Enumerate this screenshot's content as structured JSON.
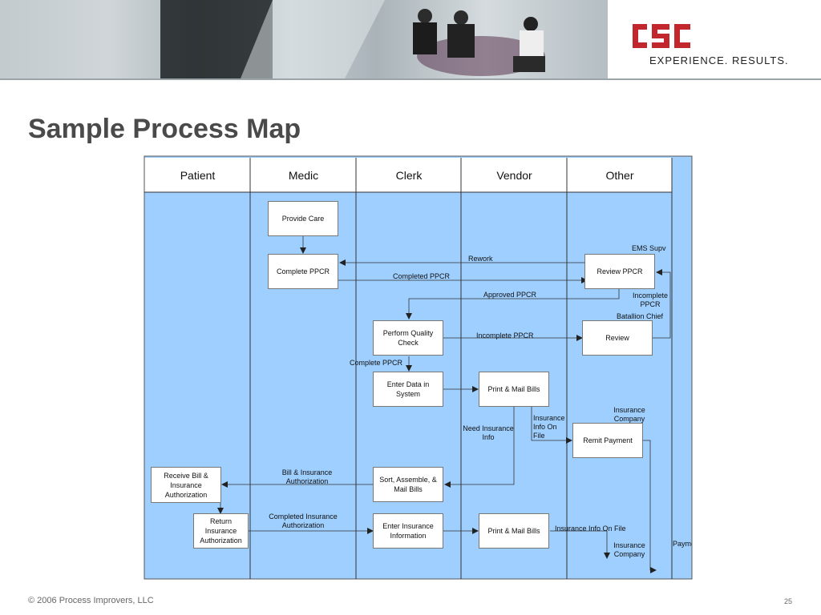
{
  "page": {
    "title": "Sample Process Map",
    "footer": "© 2006 Process Improvers, LLC",
    "page_number": "25"
  },
  "brand": {
    "logo_text": "CSC",
    "tagline": "EXPERIENCE. RESULTS.",
    "logo_color": "#c1272d"
  },
  "colors": {
    "diagram_bg": "#9ecfff",
    "header_bg": "#ffffff",
    "line": "#333333"
  },
  "lanes": [
    "Patient",
    "Medic",
    "Clerk",
    "Vendor",
    "Other"
  ],
  "nodes": {
    "provide_care": "Provide Care",
    "complete_ppcr": "Complete PPCR",
    "review_ppcr": "Review PPCR",
    "perform_quality_check": "Perform Quality Check",
    "review": "Review",
    "enter_data": "Enter Data in System",
    "print_mail_1": "Print & Mail Bills",
    "remit_payment": "Remit Payment",
    "receive_bill": "Receive Bill & Insurance Authorization",
    "sort_assemble": "Sort, Assemble, & Mail Bills",
    "return_auth": "Return Insurance Authorization",
    "enter_insurance": "Enter Insurance Information",
    "print_mail_2": "Print & Mail Bills"
  },
  "labels": {
    "ems_supv": "EMS Supv",
    "rework": "Rework",
    "completed_ppcr": "Completed PPCR",
    "approved_ppcr": "Approved PPCR",
    "incomplete_ppcr_side": "Incomplete PPCR",
    "batallion_chief": "Batallion Chief",
    "incomplete_ppcr": "Incomplete PPCR",
    "complete_ppcr_lbl": "Complete PPCR",
    "insurance_company_1": "Insurance Company",
    "insurance_info_on_file_v": "Insurance Info On File",
    "need_insurance_info": "Need Insurance Info",
    "bill_insurance_auth": "Bill & Insurance Authorization",
    "completed_insurance_auth": "Completed Insurance Authorization",
    "insurance_info_on_file_h": "Insurance Info On File",
    "insurance_company_2": "Insurance Company",
    "payment": "Payme"
  }
}
